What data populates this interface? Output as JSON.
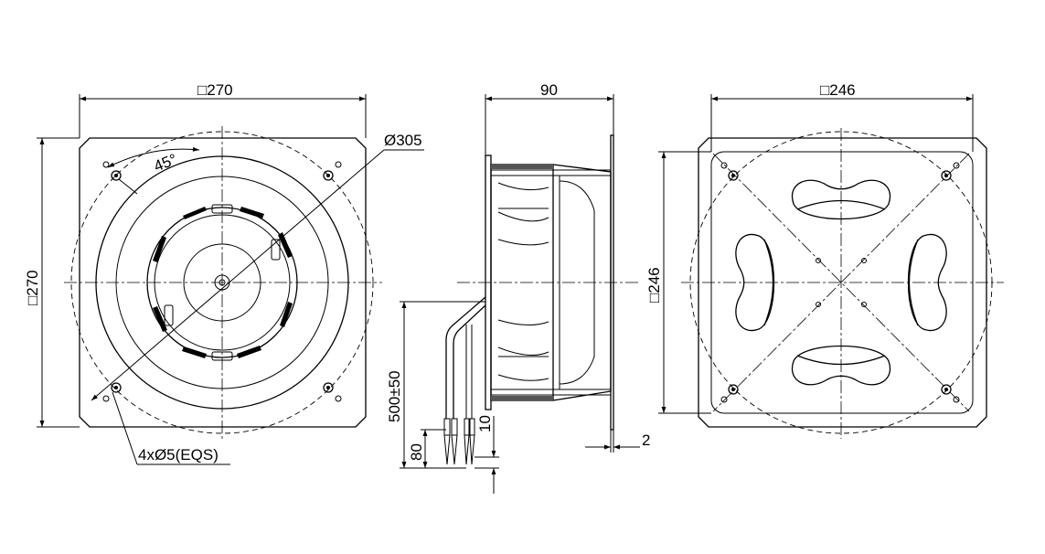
{
  "front_view": {
    "width_dim": "□270",
    "height_dim": "□270",
    "diameter_dim": "Ø305",
    "angle_dim": "45°",
    "holes_note": "4xØ5(EQS)"
  },
  "side_view": {
    "depth_dim": "90",
    "flange_dim": "2",
    "cable_length_dim": "500±50",
    "strip_length_dim": "80",
    "strip_end_dim": "10"
  },
  "rear_view": {
    "width_dim": "□246",
    "height_dim": "□246"
  }
}
